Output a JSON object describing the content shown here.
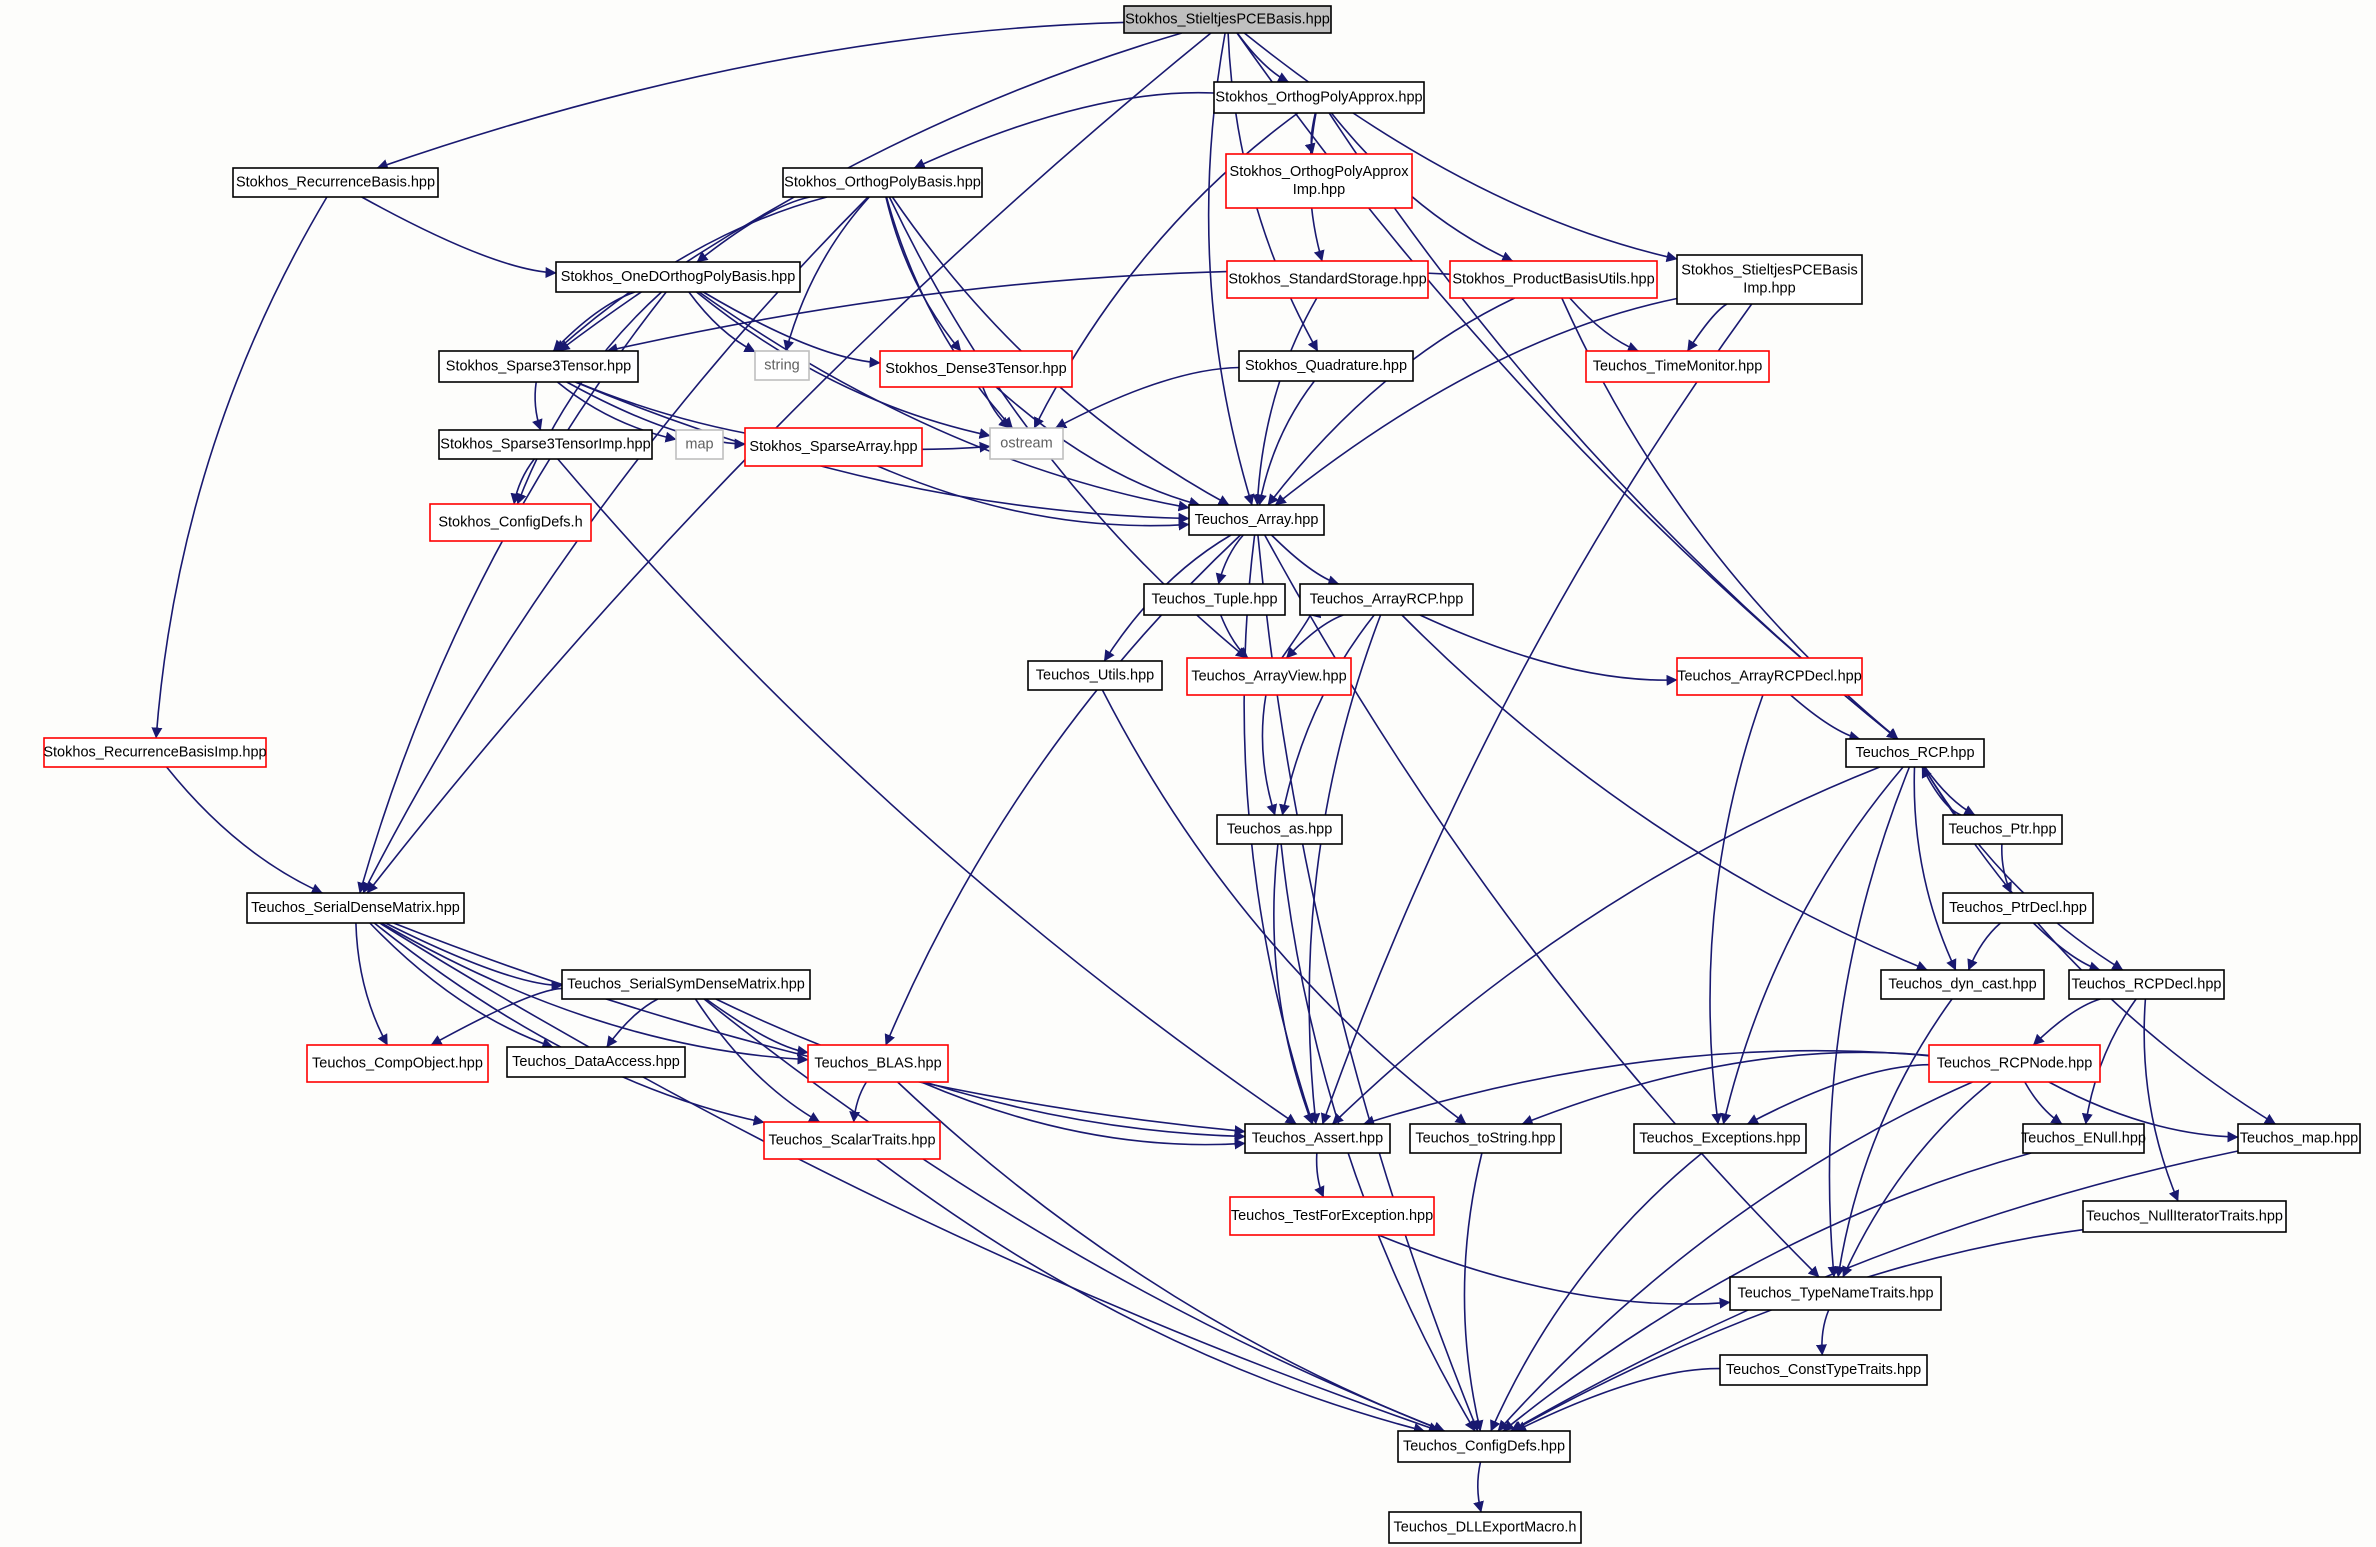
{
  "diagram": {
    "colors": {
      "edge": "#191970",
      "doc_border": "#000000",
      "undoc_border": "#ff0000",
      "external_border": "#bfbfbf",
      "root_fill": "#bfbfbf",
      "node_fill": "#ffffff",
      "external_text": "#606060"
    },
    "nodes": [
      {
        "id": "n0",
        "lines": [
          "Stokhos_StieltjesPCEBasis.hpp"
        ],
        "kind": "root"
      },
      {
        "id": "n1",
        "lines": [
          "Stokhos_OrthogPolyApprox.hpp"
        ],
        "kind": "doc"
      },
      {
        "id": "n2",
        "lines": [
          "Stokhos_RecurrenceBasis.hpp"
        ],
        "kind": "doc"
      },
      {
        "id": "n3",
        "lines": [
          "Stokhos_OrthogPolyBasis.hpp"
        ],
        "kind": "doc"
      },
      {
        "id": "n4",
        "lines": [
          "Stokhos_OrthogPolyApprox",
          "Imp.hpp"
        ],
        "kind": "undoc"
      },
      {
        "id": "n5",
        "lines": [
          "Stokhos_OneDOrthogPolyBasis.hpp"
        ],
        "kind": "doc"
      },
      {
        "id": "n6",
        "lines": [
          "Stokhos_StandardStorage.hpp"
        ],
        "kind": "undoc"
      },
      {
        "id": "n7",
        "lines": [
          "Stokhos_ProductBasisUtils.hpp"
        ],
        "kind": "undoc"
      },
      {
        "id": "n8",
        "lines": [
          "Stokhos_StieltjesPCEBasis",
          "Imp.hpp"
        ],
        "kind": "doc"
      },
      {
        "id": "n9",
        "lines": [
          "Stokhos_Sparse3Tensor.hpp"
        ],
        "kind": "doc"
      },
      {
        "id": "n10",
        "lines": [
          "string"
        ],
        "kind": "ext"
      },
      {
        "id": "n11",
        "lines": [
          "Stokhos_Dense3Tensor.hpp"
        ],
        "kind": "undoc"
      },
      {
        "id": "n12",
        "lines": [
          "Stokhos_Quadrature.hpp"
        ],
        "kind": "doc"
      },
      {
        "id": "n13",
        "lines": [
          "Teuchos_TimeMonitor.hpp"
        ],
        "kind": "undoc"
      },
      {
        "id": "n14",
        "lines": [
          "Stokhos_Sparse3TensorImp.hpp"
        ],
        "kind": "doc"
      },
      {
        "id": "n15",
        "lines": [
          "map"
        ],
        "kind": "ext"
      },
      {
        "id": "n16",
        "lines": [
          "Stokhos_SparseArray.hpp"
        ],
        "kind": "undoc"
      },
      {
        "id": "n17",
        "lines": [
          "ostream"
        ],
        "kind": "ext"
      },
      {
        "id": "n18",
        "lines": [
          "Stokhos_ConfigDefs.h"
        ],
        "kind": "undoc"
      },
      {
        "id": "n19",
        "lines": [
          "Teuchos_Array.hpp"
        ],
        "kind": "doc"
      },
      {
        "id": "n20",
        "lines": [
          "Teuchos_Tuple.hpp"
        ],
        "kind": "doc"
      },
      {
        "id": "n21",
        "lines": [
          "Teuchos_ArrayRCP.hpp"
        ],
        "kind": "doc"
      },
      {
        "id": "n22",
        "lines": [
          "Teuchos_Utils.hpp"
        ],
        "kind": "doc"
      },
      {
        "id": "n23",
        "lines": [
          "Teuchos_ArrayView.hpp"
        ],
        "kind": "undoc"
      },
      {
        "id": "n24",
        "lines": [
          "Teuchos_ArrayRCPDecl.hpp"
        ],
        "kind": "undoc"
      },
      {
        "id": "n25",
        "lines": [
          "Stokhos_RecurrenceBasisImp.hpp"
        ],
        "kind": "undoc"
      },
      {
        "id": "n26",
        "lines": [
          "Teuchos_RCP.hpp"
        ],
        "kind": "doc"
      },
      {
        "id": "n27",
        "lines": [
          "Teuchos_Ptr.hpp"
        ],
        "kind": "doc"
      },
      {
        "id": "n28",
        "lines": [
          "Teuchos_as.hpp"
        ],
        "kind": "doc"
      },
      {
        "id": "n29",
        "lines": [
          "Teuchos_SerialDenseMatrix.hpp"
        ],
        "kind": "doc"
      },
      {
        "id": "n30",
        "lines": [
          "Teuchos_PtrDecl.hpp"
        ],
        "kind": "doc"
      },
      {
        "id": "n31",
        "lines": [
          "Teuchos_SerialSymDenseMatrix.hpp"
        ],
        "kind": "doc"
      },
      {
        "id": "n32",
        "lines": [
          "Teuchos_dyn_cast.hpp"
        ],
        "kind": "doc"
      },
      {
        "id": "n33",
        "lines": [
          "Teuchos_RCPDecl.hpp"
        ],
        "kind": "doc"
      },
      {
        "id": "n34",
        "lines": [
          "Teuchos_CompObject.hpp"
        ],
        "kind": "undoc"
      },
      {
        "id": "n35",
        "lines": [
          "Teuchos_DataAccess.hpp"
        ],
        "kind": "doc"
      },
      {
        "id": "n36",
        "lines": [
          "Teuchos_BLAS.hpp"
        ],
        "kind": "undoc"
      },
      {
        "id": "n37",
        "lines": [
          "Teuchos_RCPNode.hpp"
        ],
        "kind": "undoc"
      },
      {
        "id": "n38",
        "lines": [
          "Teuchos_ScalarTraits.hpp"
        ],
        "kind": "undoc"
      },
      {
        "id": "n39",
        "lines": [
          "Teuchos_Assert.hpp"
        ],
        "kind": "doc"
      },
      {
        "id": "n40",
        "lines": [
          "Teuchos_toString.hpp"
        ],
        "kind": "doc"
      },
      {
        "id": "n41",
        "lines": [
          "Teuchos_Exceptions.hpp"
        ],
        "kind": "doc"
      },
      {
        "id": "n42",
        "lines": [
          "Teuchos_ENull.hpp"
        ],
        "kind": "doc"
      },
      {
        "id": "n43",
        "lines": [
          "Teuchos_map.hpp"
        ],
        "kind": "doc"
      },
      {
        "id": "n44",
        "lines": [
          "Teuchos_TestForException.hpp"
        ],
        "kind": "undoc"
      },
      {
        "id": "n45",
        "lines": [
          "Teuchos_NullIteratorTraits.hpp"
        ],
        "kind": "doc"
      },
      {
        "id": "n46",
        "lines": [
          "Teuchos_TypeNameTraits.hpp"
        ],
        "kind": "doc"
      },
      {
        "id": "n47",
        "lines": [
          "Teuchos_ConstTypeTraits.hpp"
        ],
        "kind": "doc"
      },
      {
        "id": "n48",
        "lines": [
          "Teuchos_ConfigDefs.hpp"
        ],
        "kind": "doc"
      },
      {
        "id": "n49",
        "lines": [
          "Teuchos_DLLExportMacro.h"
        ],
        "kind": "doc"
      }
    ],
    "edges": [
      [
        "n0",
        "n1"
      ],
      [
        "n0",
        "n2"
      ],
      [
        "n0",
        "n29"
      ],
      [
        "n0",
        "n9"
      ],
      [
        "n0",
        "n12"
      ],
      [
        "n0",
        "n8"
      ],
      [
        "n0",
        "n19"
      ],
      [
        "n0",
        "n26"
      ],
      [
        "n1",
        "n3"
      ],
      [
        "n1",
        "n4"
      ],
      [
        "n1",
        "n6"
      ],
      [
        "n1",
        "n7"
      ],
      [
        "n1",
        "n17"
      ],
      [
        "n1",
        "n26"
      ],
      [
        "n2",
        "n5"
      ],
      [
        "n2",
        "n25"
      ],
      [
        "n3",
        "n5"
      ],
      [
        "n3",
        "n9"
      ],
      [
        "n3",
        "n10"
      ],
      [
        "n3",
        "n11"
      ],
      [
        "n3",
        "n17"
      ],
      [
        "n3",
        "n19"
      ],
      [
        "n3",
        "n23"
      ],
      [
        "n3",
        "n29"
      ],
      [
        "n5",
        "n9"
      ],
      [
        "n5",
        "n10"
      ],
      [
        "n5",
        "n11"
      ],
      [
        "n5",
        "n17"
      ],
      [
        "n5",
        "n18"
      ],
      [
        "n5",
        "n29"
      ],
      [
        "n5",
        "n19"
      ],
      [
        "n6",
        "n19"
      ],
      [
        "n7",
        "n9"
      ],
      [
        "n7",
        "n13"
      ],
      [
        "n7",
        "n19"
      ],
      [
        "n7",
        "n26"
      ],
      [
        "n8",
        "n13"
      ],
      [
        "n8",
        "n19"
      ],
      [
        "n8",
        "n39"
      ],
      [
        "n9",
        "n14"
      ],
      [
        "n9",
        "n15"
      ],
      [
        "n9",
        "n16"
      ],
      [
        "n9",
        "n17"
      ],
      [
        "n9",
        "n19"
      ],
      [
        "n11",
        "n17"
      ],
      [
        "n11",
        "n19"
      ],
      [
        "n12",
        "n17"
      ],
      [
        "n12",
        "n19"
      ],
      [
        "n14",
        "n18"
      ],
      [
        "n14",
        "n39"
      ],
      [
        "n16",
        "n19"
      ],
      [
        "n19",
        "n20"
      ],
      [
        "n19",
        "n21"
      ],
      [
        "n19",
        "n22"
      ],
      [
        "n19",
        "n39"
      ],
      [
        "n19",
        "n46"
      ],
      [
        "n19",
        "n48"
      ],
      [
        "n19",
        "n36"
      ],
      [
        "n20",
        "n23"
      ],
      [
        "n21",
        "n23"
      ],
      [
        "n21",
        "n24"
      ],
      [
        "n21",
        "n28"
      ],
      [
        "n21",
        "n39"
      ],
      [
        "n21",
        "n32"
      ],
      [
        "n22",
        "n40"
      ],
      [
        "n23",
        "n21"
      ],
      [
        "n23",
        "n28"
      ],
      [
        "n24",
        "n26"
      ],
      [
        "n24",
        "n41"
      ],
      [
        "n25",
        "n29"
      ],
      [
        "n26",
        "n27"
      ],
      [
        "n26",
        "n32"
      ],
      [
        "n26",
        "n33"
      ],
      [
        "n26",
        "n39"
      ],
      [
        "n26",
        "n41"
      ],
      [
        "n26",
        "n43"
      ],
      [
        "n26",
        "n46"
      ],
      [
        "n27",
        "n26"
      ],
      [
        "n27",
        "n30"
      ],
      [
        "n28",
        "n39"
      ],
      [
        "n28",
        "n48"
      ],
      [
        "n29",
        "n31"
      ],
      [
        "n29",
        "n34"
      ],
      [
        "n29",
        "n35"
      ],
      [
        "n29",
        "n36"
      ],
      [
        "n29",
        "n38"
      ],
      [
        "n29",
        "n39"
      ],
      [
        "n29",
        "n48"
      ],
      [
        "n30",
        "n32"
      ],
      [
        "n30",
        "n33"
      ],
      [
        "n31",
        "n34"
      ],
      [
        "n31",
        "n35"
      ],
      [
        "n31",
        "n36"
      ],
      [
        "n31",
        "n38"
      ],
      [
        "n31",
        "n39"
      ],
      [
        "n31",
        "n48"
      ],
      [
        "n32",
        "n46"
      ],
      [
        "n33",
        "n37"
      ],
      [
        "n33",
        "n42"
      ],
      [
        "n33",
        "n45"
      ],
      [
        "n36",
        "n38"
      ],
      [
        "n36",
        "n39"
      ],
      [
        "n36",
        "n48"
      ],
      [
        "n37",
        "n39"
      ],
      [
        "n37",
        "n40"
      ],
      [
        "n37",
        "n41"
      ],
      [
        "n37",
        "n42"
      ],
      [
        "n37",
        "n43"
      ],
      [
        "n37",
        "n46"
      ],
      [
        "n37",
        "n48"
      ],
      [
        "n38",
        "n48"
      ],
      [
        "n39",
        "n44"
      ],
      [
        "n40",
        "n48"
      ],
      [
        "n41",
        "n48"
      ],
      [
        "n42",
        "n48"
      ],
      [
        "n43",
        "n48"
      ],
      [
        "n44",
        "n46"
      ],
      [
        "n45",
        "n48"
      ],
      [
        "n46",
        "n47"
      ],
      [
        "n47",
        "n48"
      ],
      [
        "n48",
        "n49"
      ]
    ]
  }
}
